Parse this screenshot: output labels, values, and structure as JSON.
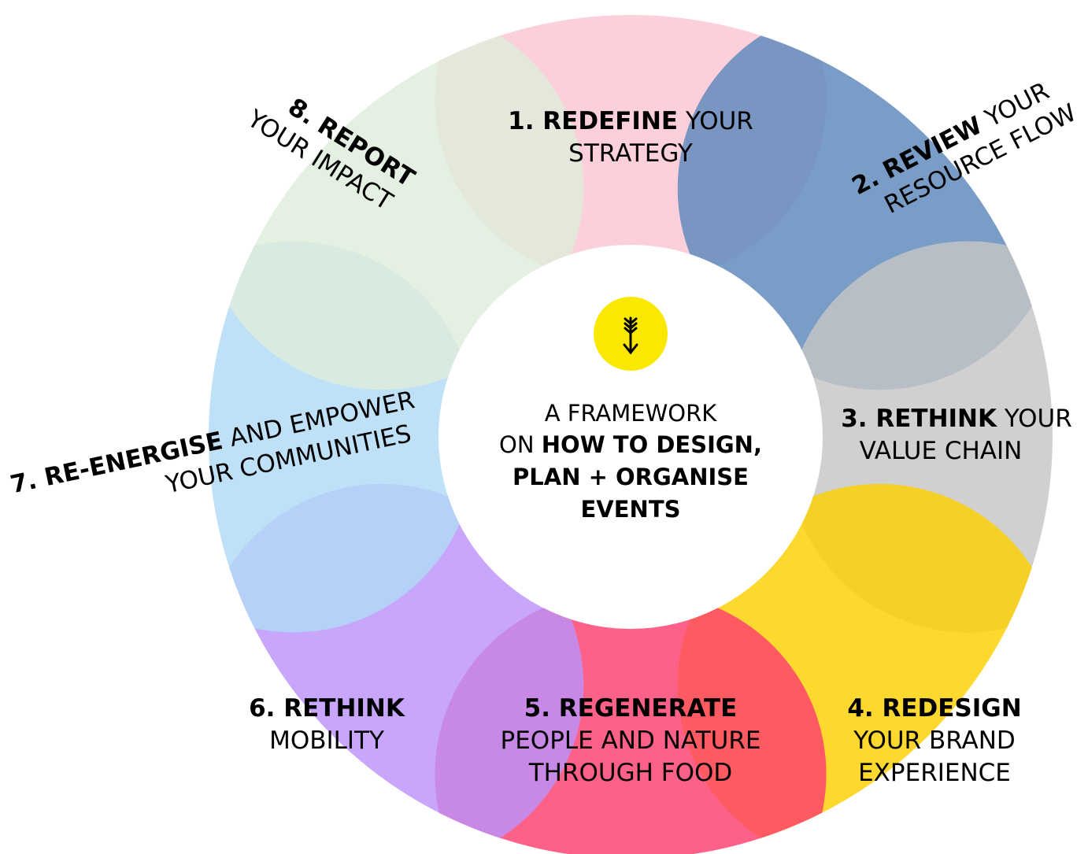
{
  "colors": {
    "seg1": "#fbc6d3",
    "seg2": "#5c88bb",
    "seg3": "#c6c6c6",
    "seg4": "#fdd000",
    "seg5": "#fe3e6c",
    "seg6": "#bc93fb",
    "seg7": "#b1dbf7",
    "seg8": "#deedda",
    "center_circle": "#fbe800",
    "arrow": "#000000"
  },
  "center": {
    "icon": "arrow-down-icon",
    "line1": "A FRAMEWORK",
    "line2_regular": "ON ",
    "line2_bold": "HOW TO DESIGN,",
    "line3": "PLAN + ORGANISE",
    "line4": "EVENTS"
  },
  "segments": [
    {
      "id": "redefine",
      "bold": "1. REDEFINE",
      "rest": " YOUR",
      "line2": "STRATEGY"
    },
    {
      "id": "review",
      "bold": "2. REVIEW",
      "rest": " YOUR",
      "line2": "RESOURCE FLOW"
    },
    {
      "id": "rethink-value",
      "bold": "3. RETHINK",
      "rest": " YOUR",
      "line2": "VALUE CHAIN"
    },
    {
      "id": "redesign",
      "bold": "4. REDESIGN",
      "line2": "YOUR BRAND",
      "line3": "EXPERIENCE"
    },
    {
      "id": "regenerate",
      "bold": "5. REGENERATE",
      "line2": "PEOPLE AND NATURE",
      "line3": "THROUGH FOOD"
    },
    {
      "id": "rethink-mobility",
      "bold": "6. RETHINK",
      "line2": "MOBILITY"
    },
    {
      "id": "re-energise",
      "bold": "7. RE-ENERGISE",
      "rest": " AND EMPOWER",
      "line2": "YOUR COMMUNITIES"
    },
    {
      "id": "report",
      "bold": "8. REPORT",
      "line2": "YOUR IMPACT"
    }
  ]
}
